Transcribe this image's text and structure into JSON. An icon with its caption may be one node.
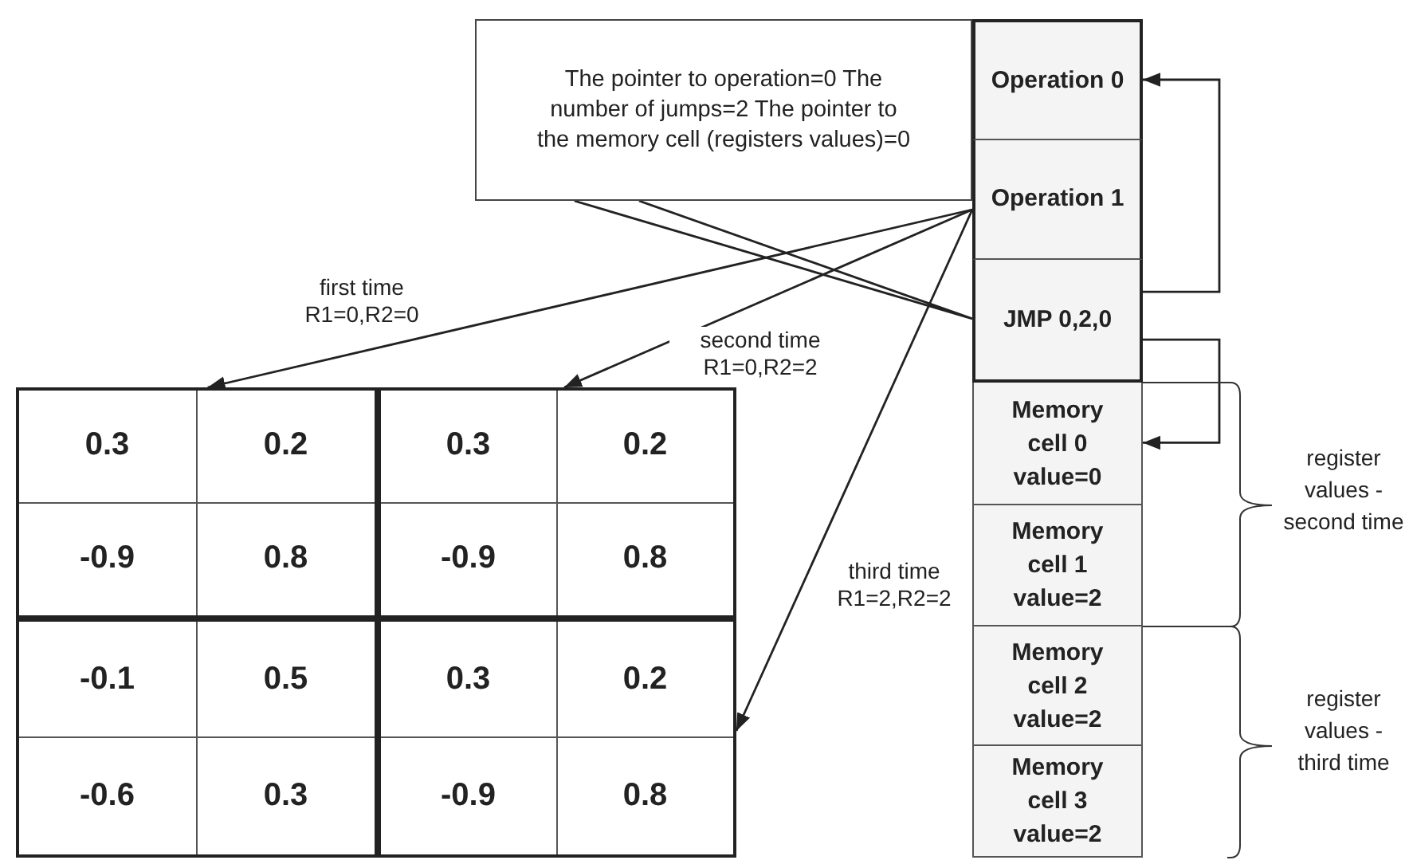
{
  "diagram": {
    "nodes": [
      {
        "text": [
          "The pointer to operation=0 The number of jumps=2 The pointer to the memory cell (registers values)=0"
        ]
      },
      {
        "text": [
          "Operation 0"
        ]
      },
      {
        "text": [
          "Operation 1"
        ]
      },
      {
        "text": [
          "JMP 0,2,0"
        ]
      },
      {
        "text": [
          "Memory cell 0 value=0"
        ]
      },
      {
        "text": [
          "Memory cell 1 value=2"
        ]
      },
      {
        "text": [
          "Memory cell 2 value=2"
        ]
      },
      {
        "text": [
          "Memory cell 3 value=2"
        ]
      },
      {
        "text": [],
        "shape": "box"
      },
      {
        "text": [
          "0.3"
        ],
        "in": 8
      },
      {
        "text": [
          "0.2"
        ],
        "in": 8
      },
      {
        "text": [
          "-0.9"
        ],
        "in": 8
      },
      {
        "text": [
          "0.8"
        ],
        "in": 8
      },
      {
        "text": [],
        "shape": "box"
      },
      {
        "text": [
          "0.3"
        ],
        "in": 13
      },
      {
        "text": [
          "0.2"
        ],
        "in": 13
      },
      {
        "text": [
          "-0.9"
        ],
        "in": 13
      },
      {
        "text": [
          "0.8"
        ],
        "in": 13
      },
      {
        "text": [],
        "shape": "box"
      },
      {
        "text": [
          "-0.1"
        ],
        "in": 18
      },
      {
        "text": [
          "0.5"
        ],
        "in": 18
      },
      {
        "text": [
          "-0.6"
        ],
        "in": 18
      },
      {
        "text": [
          "0.3"
        ],
        "in": 18
      },
      {
        "text": [],
        "shape": "box"
      },
      {
        "text": [
          "0.3"
        ],
        "in": 23
      },
      {
        "text": [
          "0.2"
        ],
        "in": 23
      },
      {
        "text": [
          "-0.9"
        ],
        "in": 23
      },
      {
        "text": [
          "0.8"
        ],
        "in": 23
      }
    ],
    "edges": [
      {
        "from": 0,
        "to": 3,
        "arrow": "none"
      },
      {
        "from": 2,
        "to": 8,
        "arrow": "to",
        "label": "first time R1=0,R2=0"
      },
      {
        "from": 2,
        "to": 13,
        "arrow": "to",
        "label": "second time R1=0,R2=2"
      },
      {
        "from": 2,
        "to": 23,
        "arrow": "to",
        "label": "third time R1=2,R2=2"
      },
      {
        "from": 3,
        "to": 1,
        "arrow": "to"
      },
      {
        "from": 3,
        "to": 4,
        "arrow": "to"
      }
    ],
    "labels": [
      "register values - second time",
      "register values - third time"
    ]
  }
}
